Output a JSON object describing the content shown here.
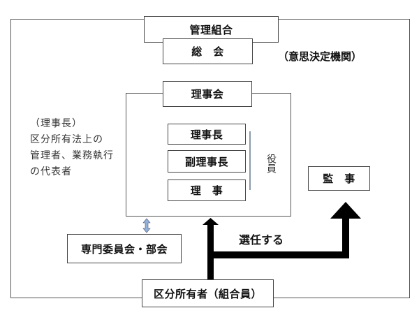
{
  "title": "管理組合",
  "general_meeting": "総　会",
  "decision_body": "（意思決定機関）",
  "board": "理事会",
  "officers": [
    "理事長",
    "副理事長",
    "理　事"
  ],
  "officers_label": "役員",
  "auditor": "監　事",
  "committee": "専門委員会・部会",
  "owners": "区分所有者（組合員）",
  "elect_label": "選任する",
  "chairman_note": [
    "（理事長）",
    "区分所有法上の",
    "管理者、業務執行",
    "の代表者"
  ],
  "colors": {
    "double_arrow": "#8fb3d9",
    "officer_bracket": "#8a9aa8"
  }
}
